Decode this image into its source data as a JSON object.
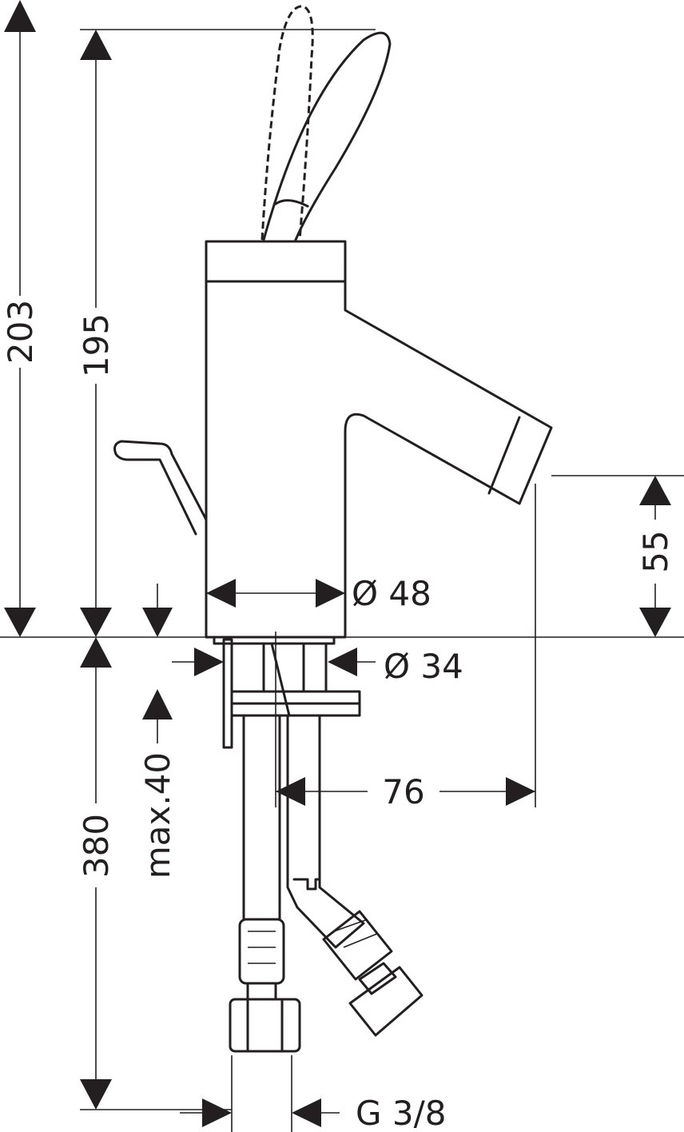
{
  "drawing": {
    "dimensions": {
      "total_height": "203",
      "spout_height": "195",
      "outlet_height": "55",
      "body_diameter": "Ø 48",
      "shank_diameter": "Ø 34",
      "max_thickness": "max.40",
      "projection": "76",
      "hose_length": "380",
      "connection_thread": "G 3/8"
    },
    "line_color": "#231f20"
  }
}
